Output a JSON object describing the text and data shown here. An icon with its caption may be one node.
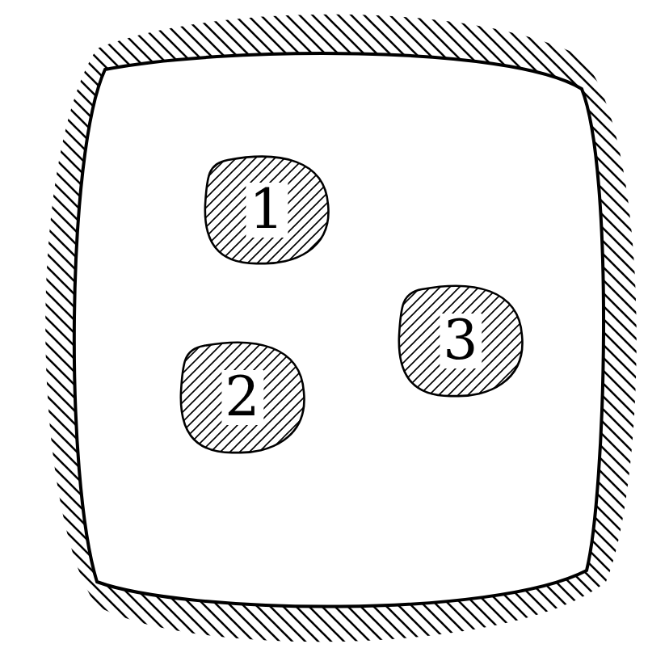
{
  "diagram": {
    "nodes": [
      {
        "text": [],
        "shape": "circle"
      },
      {
        "text": [
          "1"
        ],
        "in": 0
      },
      {
        "text": [
          "2"
        ],
        "in": 0
      },
      {
        "text": [
          "3"
        ],
        "in": 0
      }
    ]
  }
}
